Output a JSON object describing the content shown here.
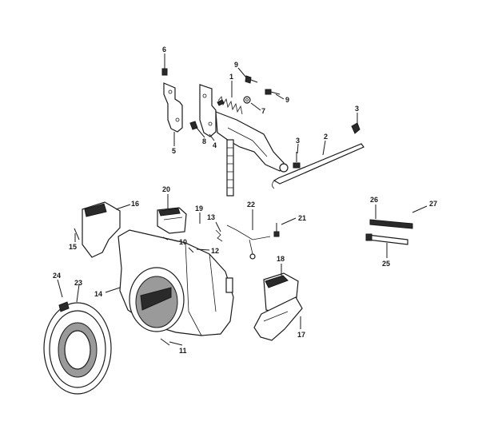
{
  "callouts": [
    {
      "id": "c1",
      "text": "1"
    },
    {
      "id": "c2",
      "text": "2"
    },
    {
      "id": "c3a",
      "text": "3"
    },
    {
      "id": "c3b",
      "text": "3"
    },
    {
      "id": "c4",
      "text": "4"
    },
    {
      "id": "c5",
      "text": "5"
    },
    {
      "id": "c6",
      "text": "6"
    },
    {
      "id": "c7",
      "text": "7"
    },
    {
      "id": "c8",
      "text": "8"
    },
    {
      "id": "c9a",
      "text": "9"
    },
    {
      "id": "c9b",
      "text": "9"
    },
    {
      "id": "c10",
      "text": "10"
    },
    {
      "id": "c11",
      "text": "11"
    },
    {
      "id": "c12",
      "text": "12"
    },
    {
      "id": "c13",
      "text": "13"
    },
    {
      "id": "c14",
      "text": "14"
    },
    {
      "id": "c15",
      "text": "15"
    },
    {
      "id": "c16",
      "text": "16"
    },
    {
      "id": "c17",
      "text": "17"
    },
    {
      "id": "c18",
      "text": "18"
    },
    {
      "id": "c19",
      "text": "19"
    },
    {
      "id": "c20",
      "text": "20"
    },
    {
      "id": "c21",
      "text": "21"
    },
    {
      "id": "c22",
      "text": "22"
    },
    {
      "id": "c23",
      "text": "23"
    },
    {
      "id": "c24",
      "text": "24"
    },
    {
      "id": "c25",
      "text": "25"
    },
    {
      "id": "c26",
      "text": "26"
    },
    {
      "id": "c27",
      "text": "27"
    }
  ]
}
